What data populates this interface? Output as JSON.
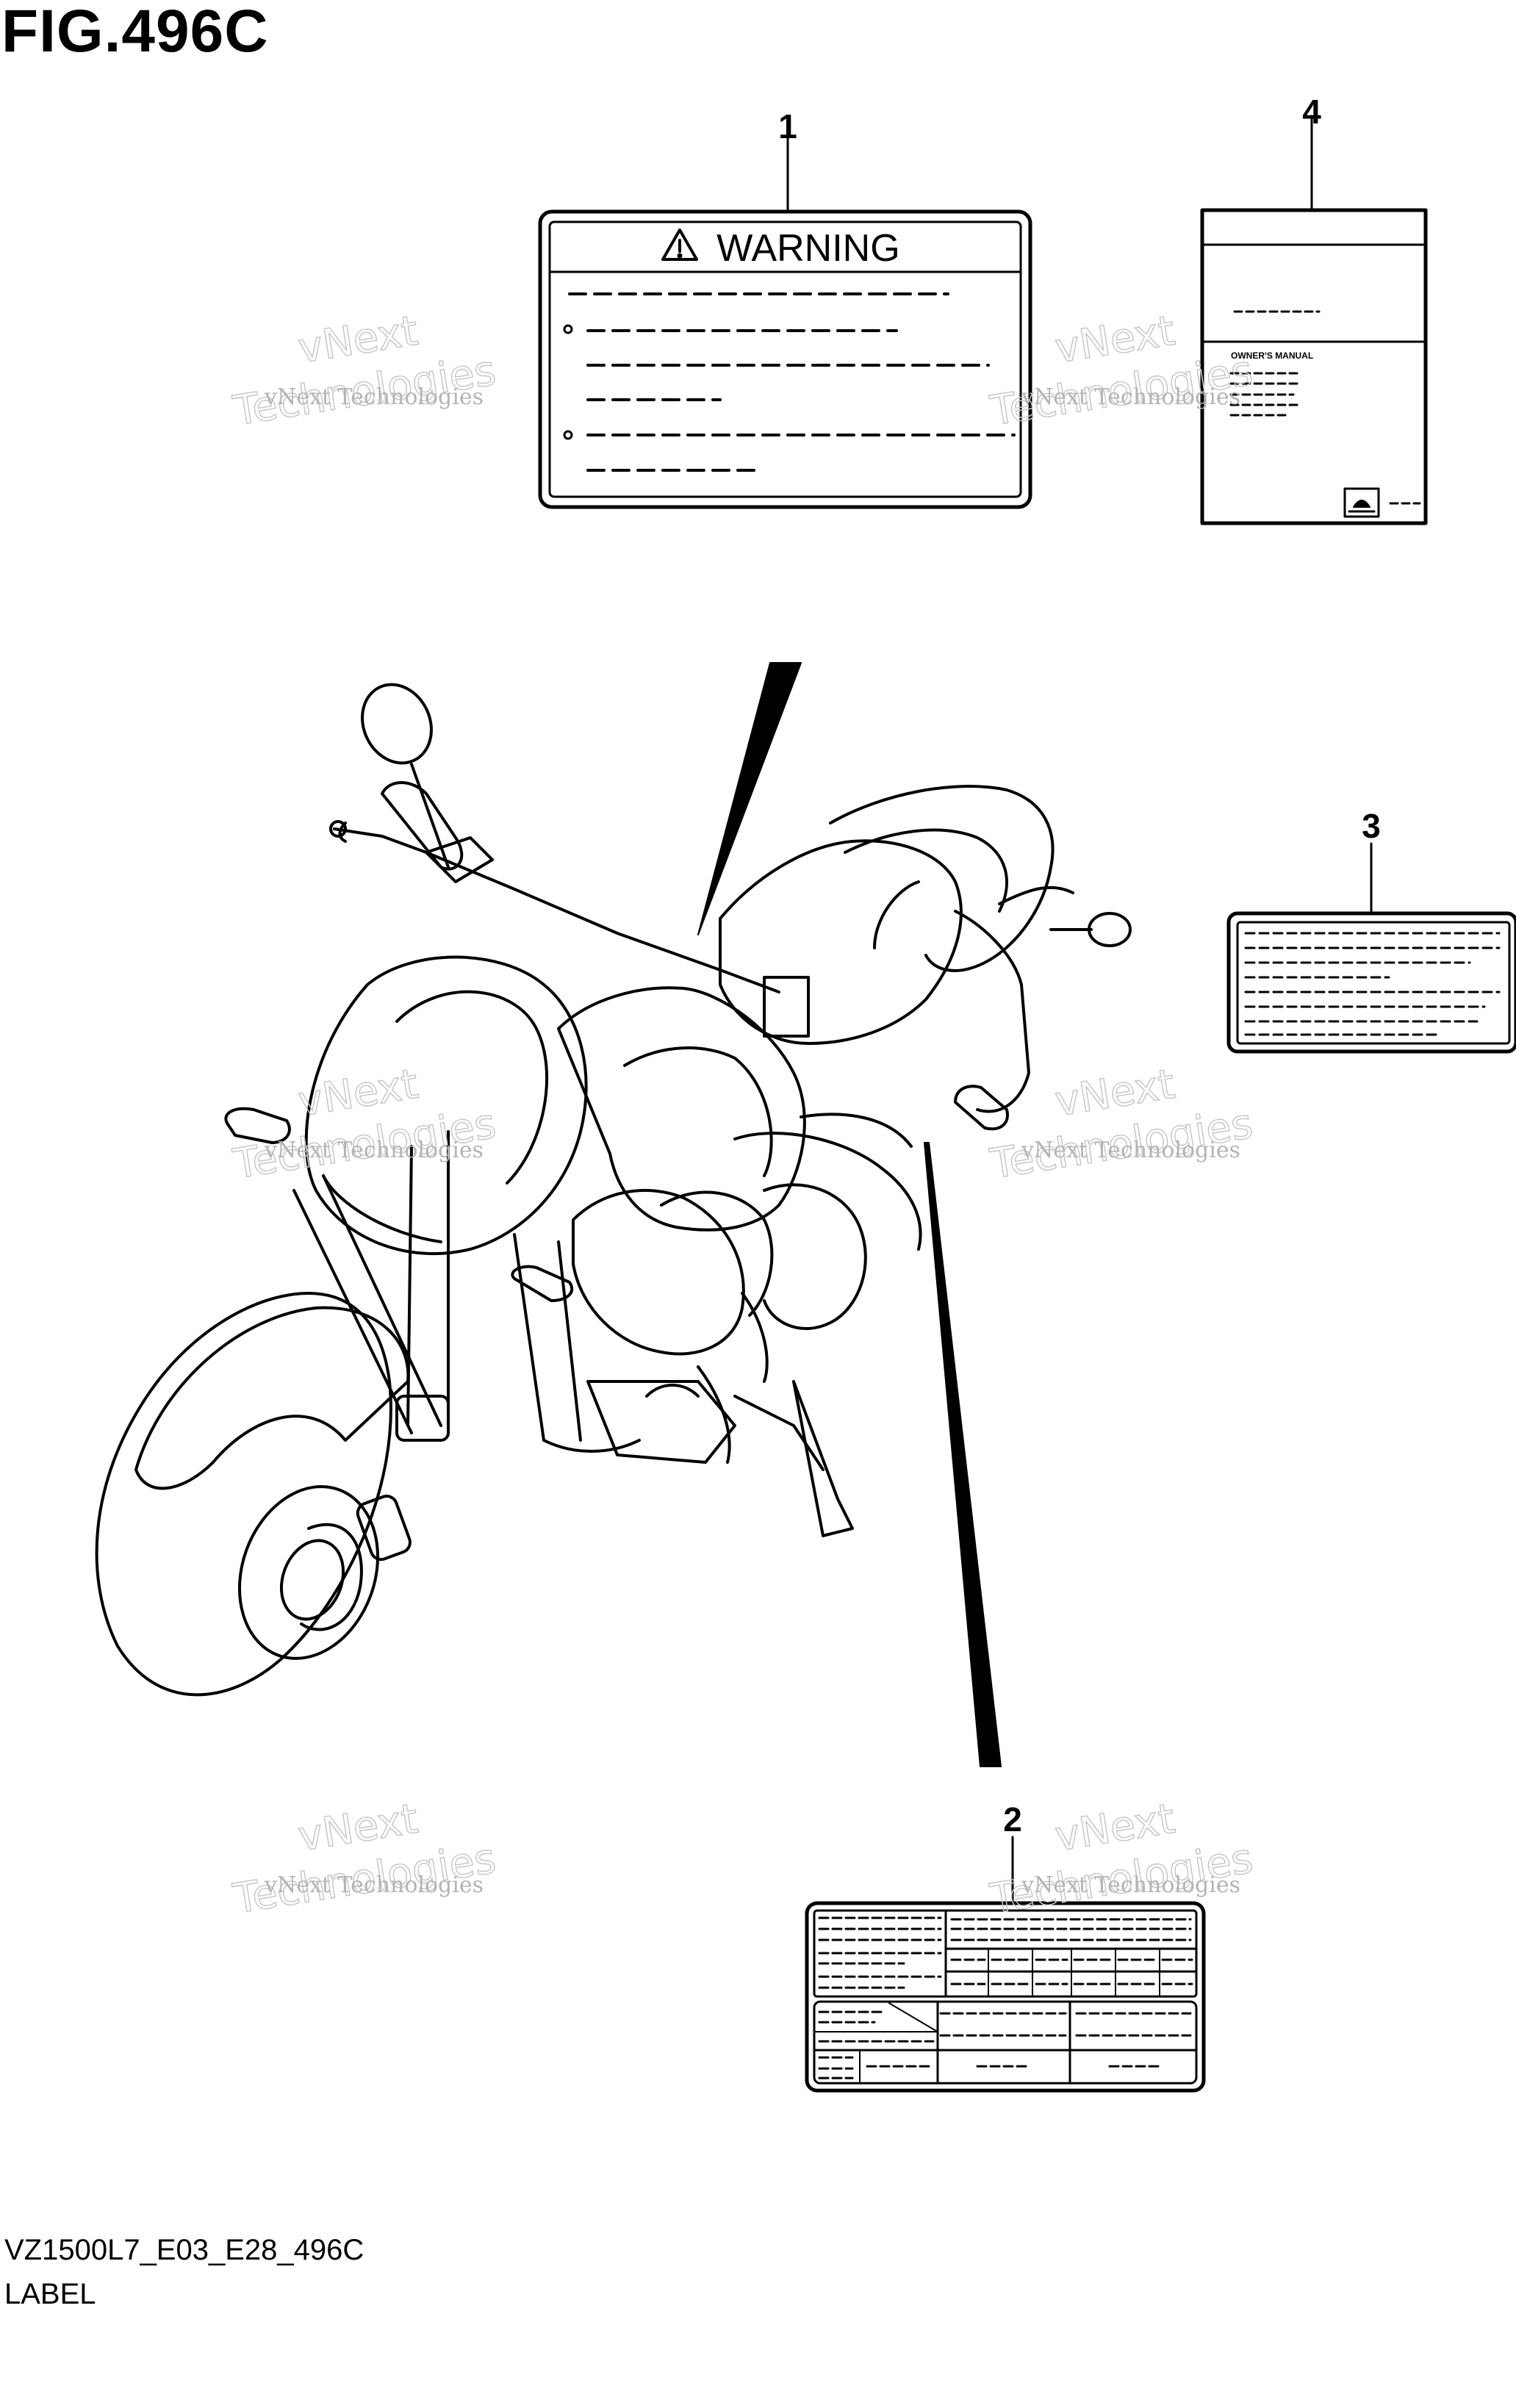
{
  "figure": {
    "title": "FIG.496C",
    "code": "VZ1500L7_E03_E28_496C",
    "name": "LABEL"
  },
  "callouts": [
    "1",
    "2",
    "3",
    "4"
  ],
  "labels": {
    "warning_label": {
      "heading": "WARNING"
    },
    "manual": {
      "title": "OWNER'S MANUAL"
    }
  },
  "watermark": {
    "small": "vNext Technologies",
    "large_top": "vNext",
    "large_bottom": "Technologies"
  }
}
